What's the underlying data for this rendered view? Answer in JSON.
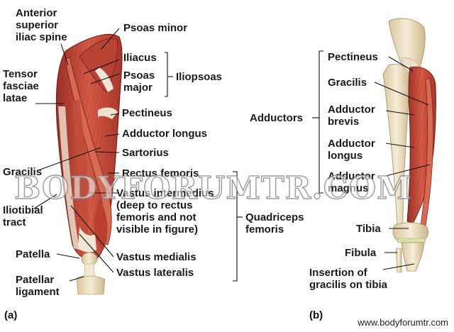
{
  "panel_a": {
    "letter": "(a)",
    "labels": {
      "asis_1": "Anterior",
      "asis_2": "superior",
      "asis_3": "iliac spine",
      "tfl_1": "Tensor",
      "tfl_2": "fasciae",
      "tfl_3": "latae",
      "psoas_minor": "Psoas minor",
      "iliacus": "Iliacus",
      "psoas_major_1": "Psoas",
      "psoas_major_2": "major",
      "iliopsoas": "Iliopsoas",
      "pectineus": "Pectineus",
      "adductor_longus": "Adductor longus",
      "sartorius": "Sartorius",
      "gracilis": "Gracilis",
      "rectus_femoris": "Rectus femoris",
      "vastus_int_1": "Vastus intermedius",
      "vastus_int_2": "(deep to rectus",
      "vastus_int_3": "femoris and not",
      "vastus_int_4": "visible in figure)",
      "iliotibial_1": "Iliotibial",
      "iliotibial_2": "tract",
      "quadriceps_1": "Quadriceps",
      "quadriceps_2": "femoris",
      "vastus_medialis": "Vastus medialis",
      "vastus_lateralis": "Vastus lateralis",
      "patella": "Patella",
      "patellar_lig_1": "Patellar",
      "patellar_lig_2": "ligament"
    }
  },
  "panel_b": {
    "letter": "(b)",
    "labels": {
      "adductors": "Adductors",
      "pectineus": "Pectineus",
      "gracilis": "Gracilis",
      "add_brevis_1": "Adductor",
      "add_brevis_2": "brevis",
      "add_longus_1": "Adductor",
      "add_longus_2": "longus",
      "add_magnus_1": "Adductor",
      "add_magnus_2": "magnus",
      "tibia": "Tibia",
      "fibula": "Fibula",
      "insertion_1": "Insertion of",
      "insertion_2": "gracilis on tibia"
    }
  },
  "watermark": "BODYFORUMTR.COM",
  "footer_url": "www.bodyforumtr.com",
  "colors": {
    "muscle": "#c8483a",
    "muscle_dark": "#8e2a20",
    "muscle_light": "#e07a66",
    "tendon": "#efe3cf",
    "bone": "#efe2c6",
    "bone_shadow": "#c9b58c"
  }
}
